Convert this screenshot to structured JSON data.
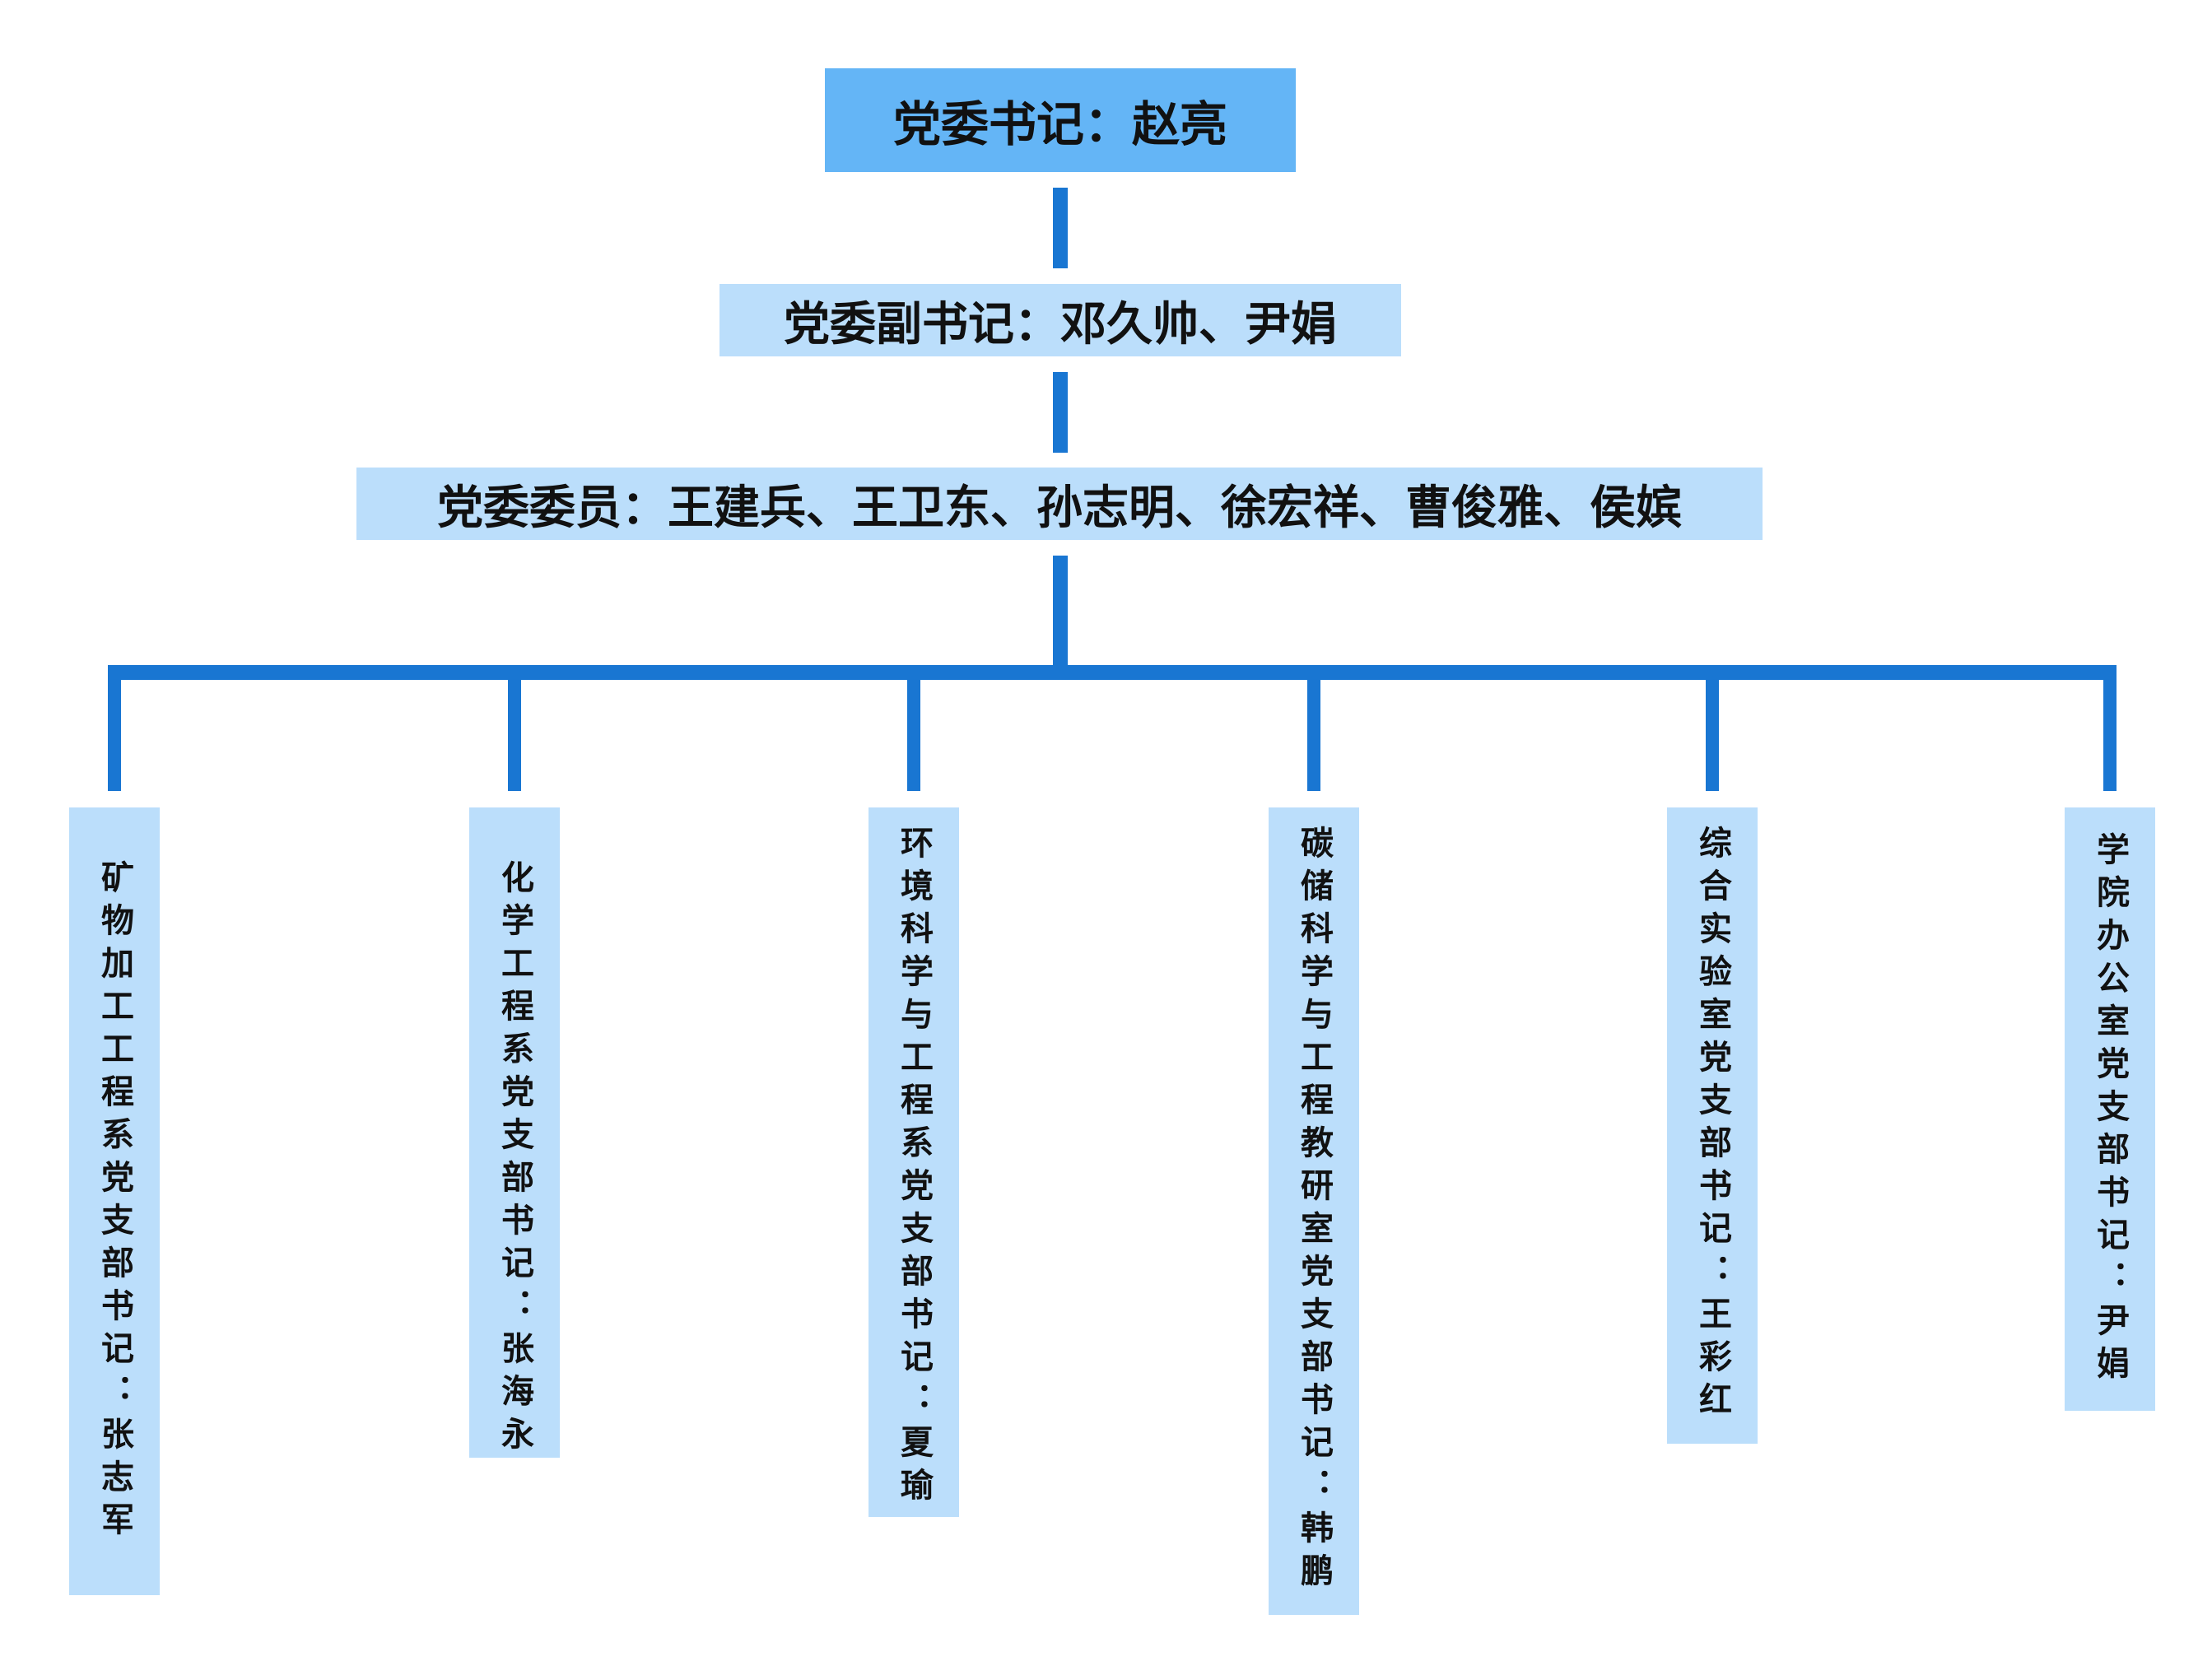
{
  "org_chart": {
    "top": "党委书记：赵亮",
    "deputy": "党委副书记：邓久帅、尹娟",
    "members": "党委委员：王建兵、王卫东、孙志明、徐宏祥、曹俊雅、侯嫔",
    "branches": [
      "矿物加工工程系党支部书记：张志军",
      "化学工程系党支部书记：张海永",
      "环境科学与工程系党支部书记：夏瑜",
      "碳储科学与工程教研室党支部书记：韩鹏",
      "综合实验室党支部书记：王彩红",
      "学院办公室党支部书记：尹娟"
    ]
  },
  "colors": {
    "connector": "#1976d2",
    "top_box": "#64b5f6",
    "light_box": "#bbdefb"
  }
}
